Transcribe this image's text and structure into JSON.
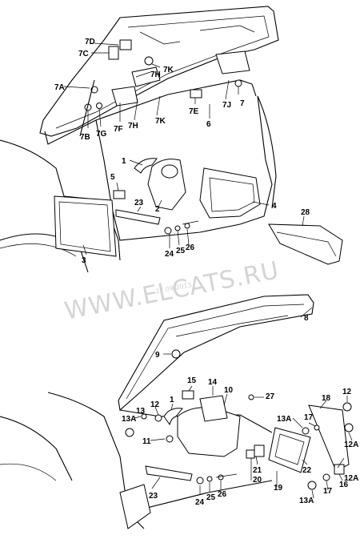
{
  "watermark": {
    "text": "WWW.ELCATS.RU",
    "date": "27.09.2013"
  },
  "labels": {
    "l7D": "7D",
    "l7C": "7C",
    "l7H": "7H",
    "l7K": "7K",
    "l7A": "7A",
    "l7J": "7J",
    "l7": "7",
    "l7E": "7E",
    "l6": "6",
    "l7B": "7B",
    "l7G": "7G",
    "l7F": "7F",
    "l7H2": "7H",
    "l7K2": "7K",
    "l1": "1",
    "l5": "5",
    "l23": "23",
    "l2": "2",
    "l4": "4",
    "l28": "28",
    "l3": "3",
    "l24": "24",
    "l25": "25",
    "l26": "26",
    "b8": "8",
    "b9": "9",
    "b15": "15",
    "b14": "14",
    "b10": "10",
    "b27": "27",
    "b1": "1",
    "b12": "12",
    "b13A": "13A",
    "b13": "13",
    "b11": "11",
    "b18": "18",
    "b12b": "12",
    "b13A2": "13A",
    "b17": "17",
    "b12A": "12A",
    "b21": "21",
    "b22": "22",
    "b20": "20",
    "b19": "19",
    "b12A2": "12A",
    "b17b": "17",
    "b13A3": "13A",
    "b16": "16",
    "b23": "23",
    "b24": "24",
    "b25": "25",
    "b26": "26"
  }
}
